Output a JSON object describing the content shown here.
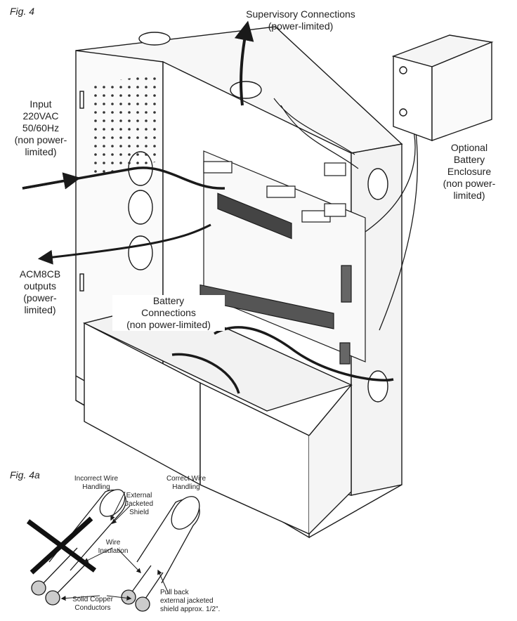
{
  "figures": {
    "fig4": "Fig. 4",
    "fig4a": "Fig. 4a"
  },
  "labels": {
    "supervisory": [
      "Supervisory Connections",
      "(power-limited)"
    ],
    "input": [
      "Input",
      "220VAC",
      "50/60Hz",
      "(non power-",
      "limited)"
    ],
    "battery_enclosure": [
      "Optional",
      "Battery",
      "Enclosure",
      "(non power-",
      "limited)"
    ],
    "acm8cb": [
      "ACM8CB",
      "outputs",
      "(power-",
      "limited)"
    ],
    "battery_connections": [
      "Battery",
      "Connections",
      "(non power-limited)"
    ]
  },
  "wire_labels": {
    "incorrect": [
      "Incorrect Wire",
      "Handling"
    ],
    "correct": [
      "Correct Wire",
      "Handling"
    ],
    "external_shield": [
      "External",
      "Jacketed",
      "Shield"
    ],
    "wire_insulation": [
      "Wire",
      "Insulation"
    ],
    "solid_copper": [
      "Solid Copper",
      "Conductors"
    ],
    "pull_back": [
      "Pull back",
      "external jacketed",
      "shield approx. 1/2\"."
    ]
  },
  "colors": {
    "line": "#1a1a1a",
    "fill": "#ffffff",
    "shade": "#ececec"
  }
}
